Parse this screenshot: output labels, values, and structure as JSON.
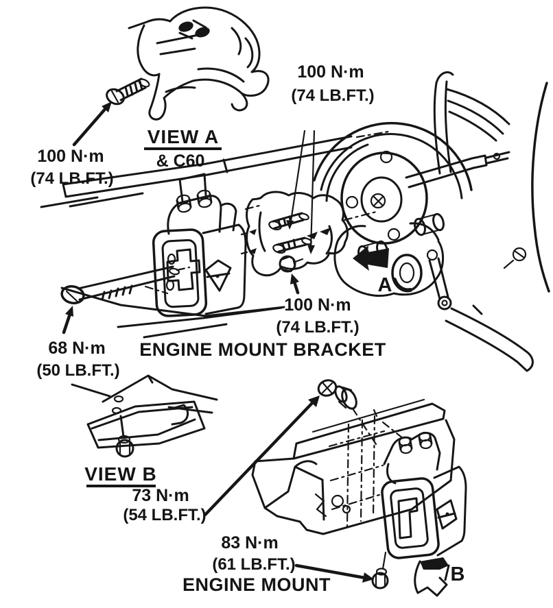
{
  "figure": {
    "background": "#ffffff",
    "ink": "#161616"
  },
  "view_a": {
    "label": "VIEW A",
    "sublabel": "& C60",
    "bolt_torque_nm": "100 N·m",
    "bolt_torque_lbft": "(74 LB.FT.)"
  },
  "engine_mount_bracket": {
    "title": "ENGINE MOUNT BRACKET",
    "stud_torque_nm": "100 N·m",
    "stud_torque_lbft": "(74 LB.FT.)",
    "nut_torque_nm": "100 N·m",
    "nut_torque_lbft": "(74 LB.FT.)",
    "through_bolt_torque_nm": "68 N·m",
    "through_bolt_torque_lbft": "(50 LB.FT.)",
    "detail_marker": "A"
  },
  "view_b": {
    "label": "VIEW B",
    "bolt_torque_nm": "73 N·m",
    "bolt_torque_lbft": "(54 LB.FT.)"
  },
  "engine_mount": {
    "title": "ENGINE MOUNT",
    "bolt_torque_nm": "83 N·m",
    "bolt_torque_lbft": "(61 LB.FT.)",
    "detail_marker": "B"
  }
}
